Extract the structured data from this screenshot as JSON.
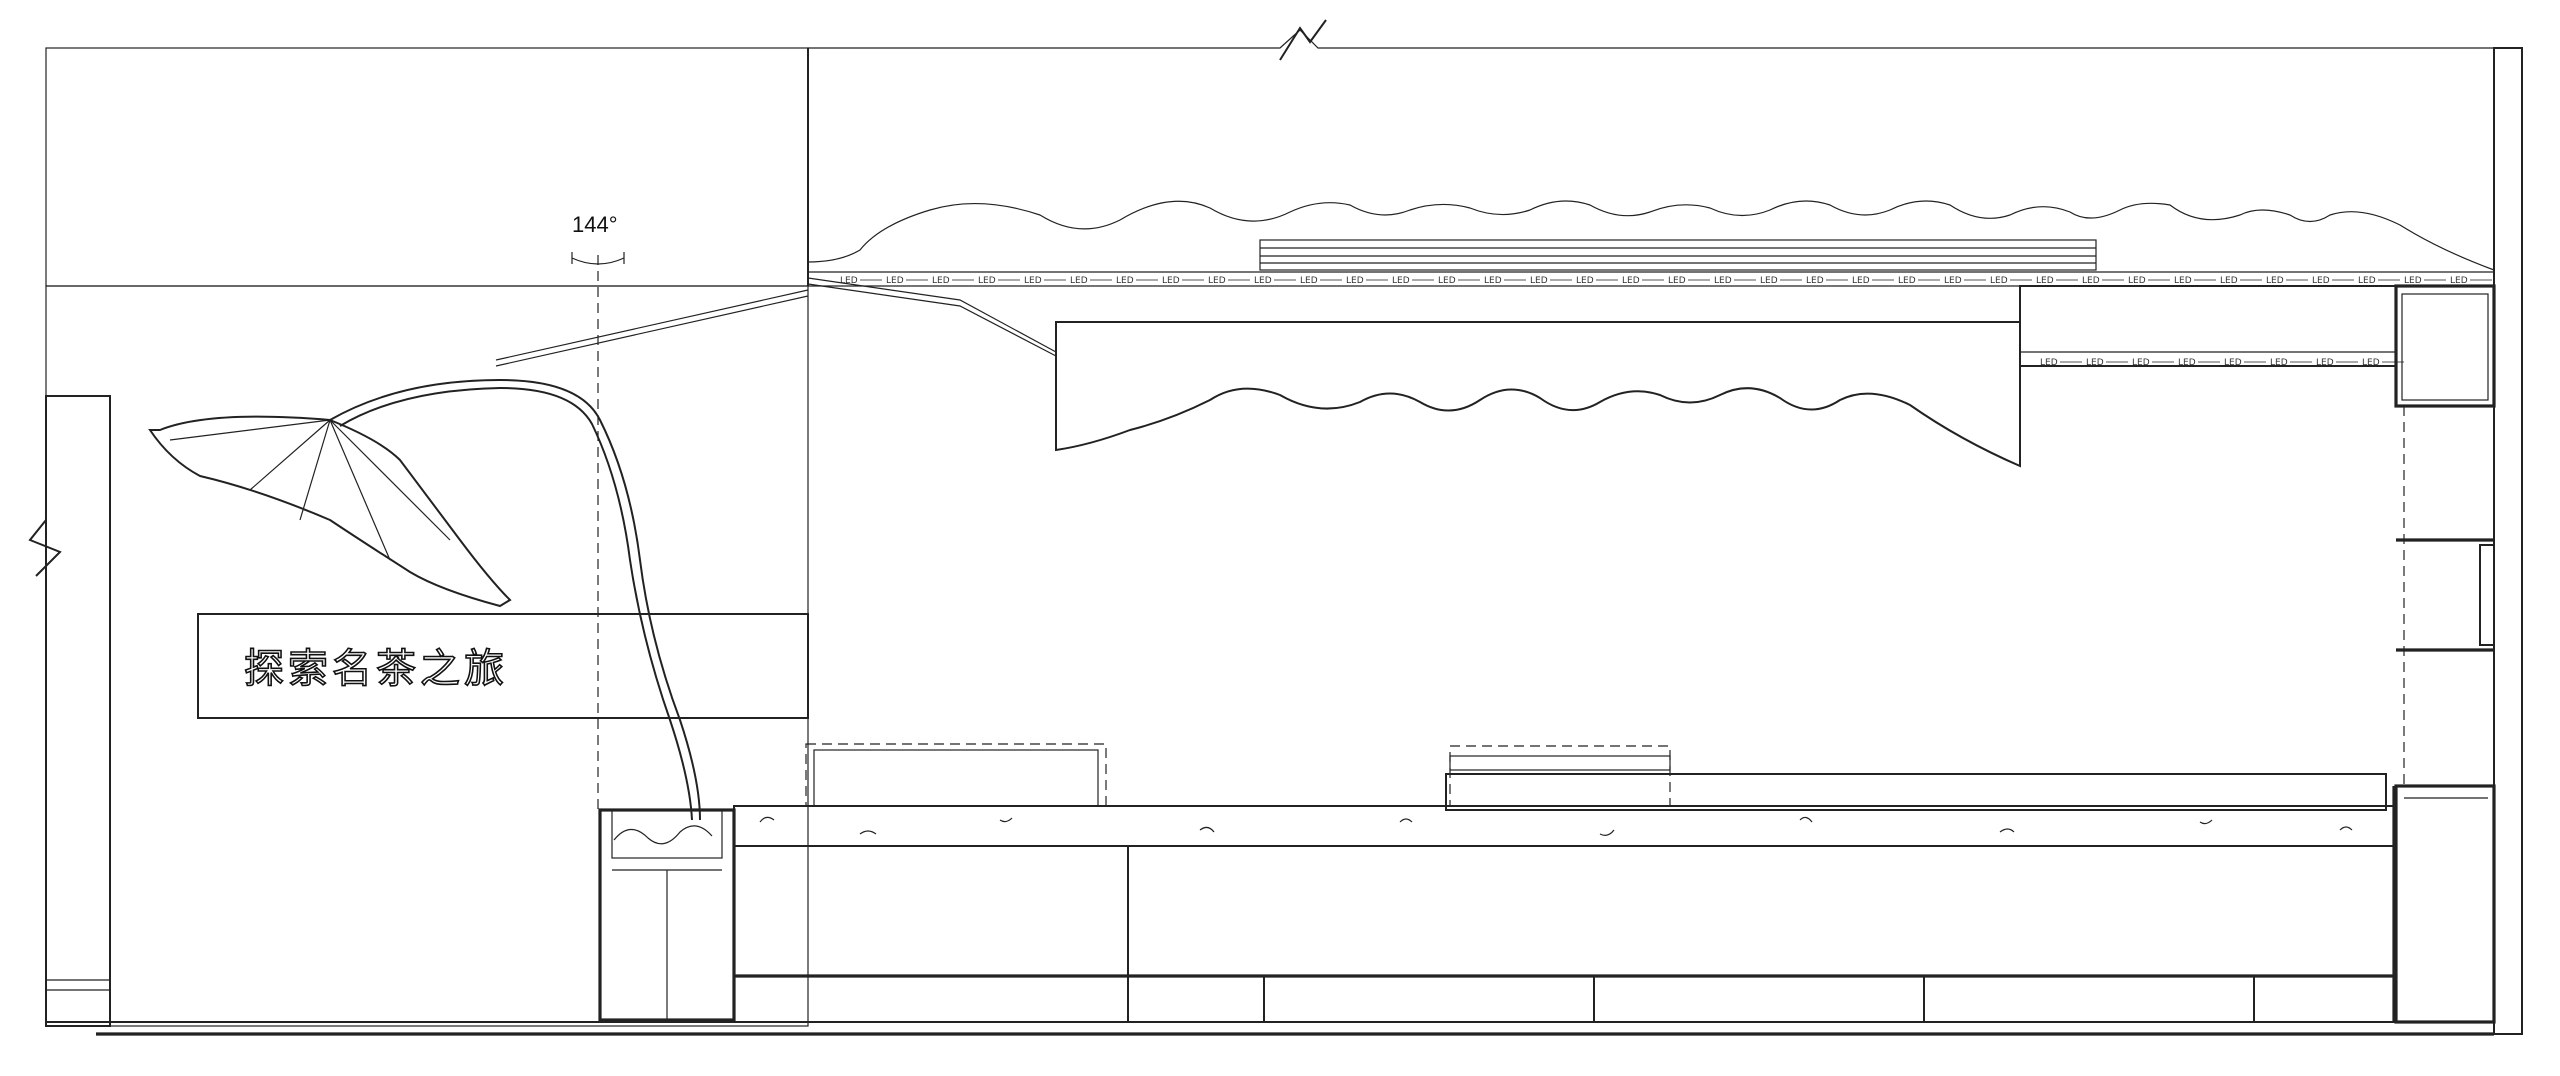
{
  "drawing": {
    "angle_label": "144°",
    "sign_text": "探索名茶之旅",
    "led_label": "LED"
  }
}
